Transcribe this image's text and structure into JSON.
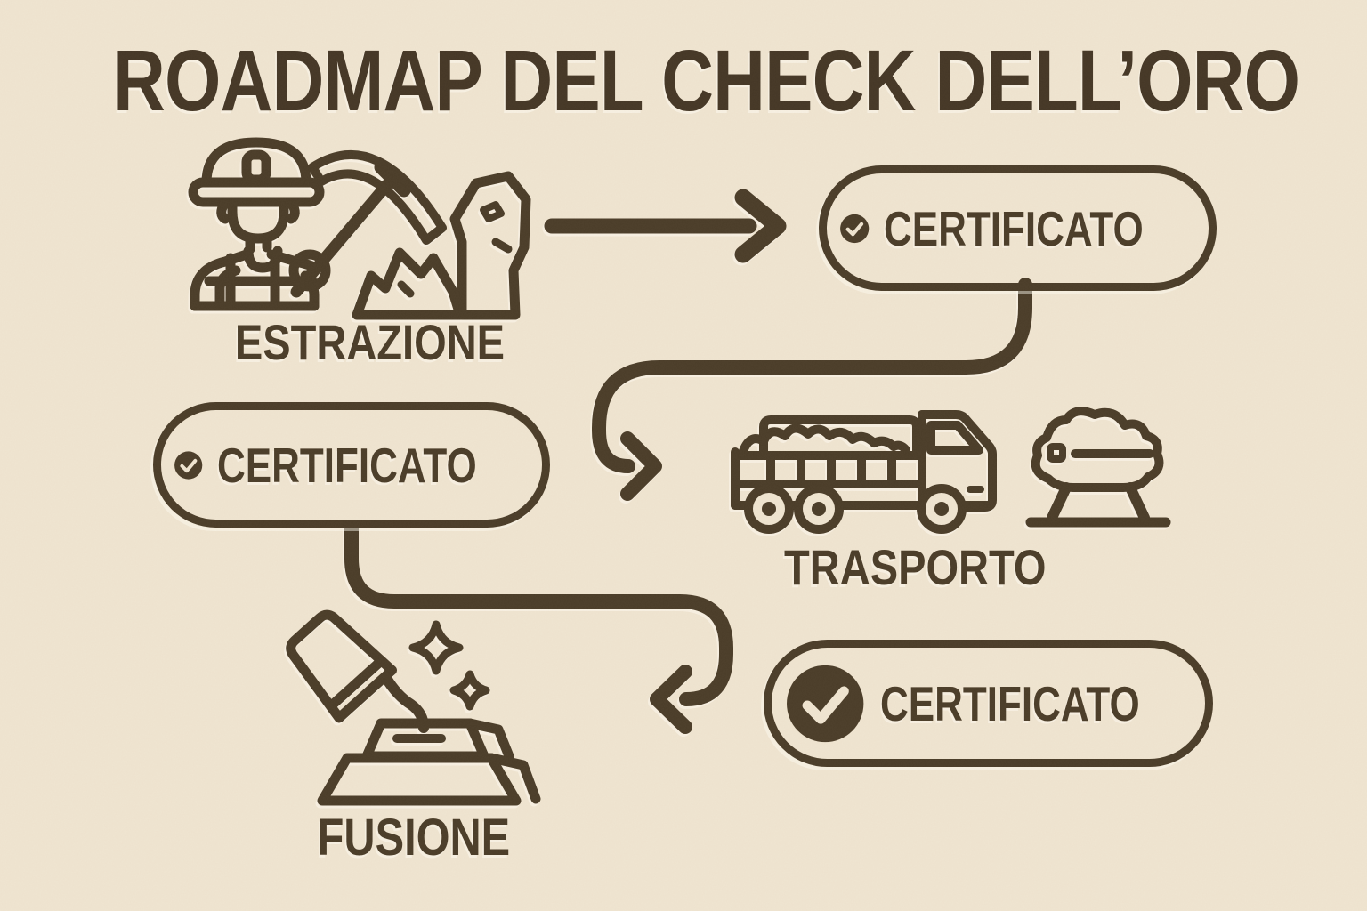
{
  "title": "ROADMAP DEL CHECK DELL’ORO",
  "colors": {
    "background": "#f0e5d1",
    "ink": "#4a3c28",
    "title_ink": "#443625",
    "check_mark": "#f0e5d1"
  },
  "steps": [
    {
      "id": "estrazione",
      "label": "ESTRAZIONE",
      "icon": "miner-pickaxe-icon"
    },
    {
      "id": "trasporto",
      "label": "TRASPORTO",
      "icon": "ore-truck-icon"
    },
    {
      "id": "fusione",
      "label": "FUSIONE",
      "icon": "crucible-pour-icon"
    }
  ],
  "badges": [
    {
      "id": "certificato-1",
      "label": "CERTIFICATO",
      "icon": "check-circle-icon"
    },
    {
      "id": "certificato-2",
      "label": "CERTIFICATO",
      "icon": "check-circle-icon"
    },
    {
      "id": "certificato-3",
      "label": "CERTIFICATO",
      "icon": "check-circle-icon"
    }
  ],
  "flow": [
    "ESTRAZIONE",
    "CERTIFICATO",
    "TRASPORTO",
    "CERTIFICATO",
    "FUSIONE",
    "CERTIFICATO"
  ]
}
